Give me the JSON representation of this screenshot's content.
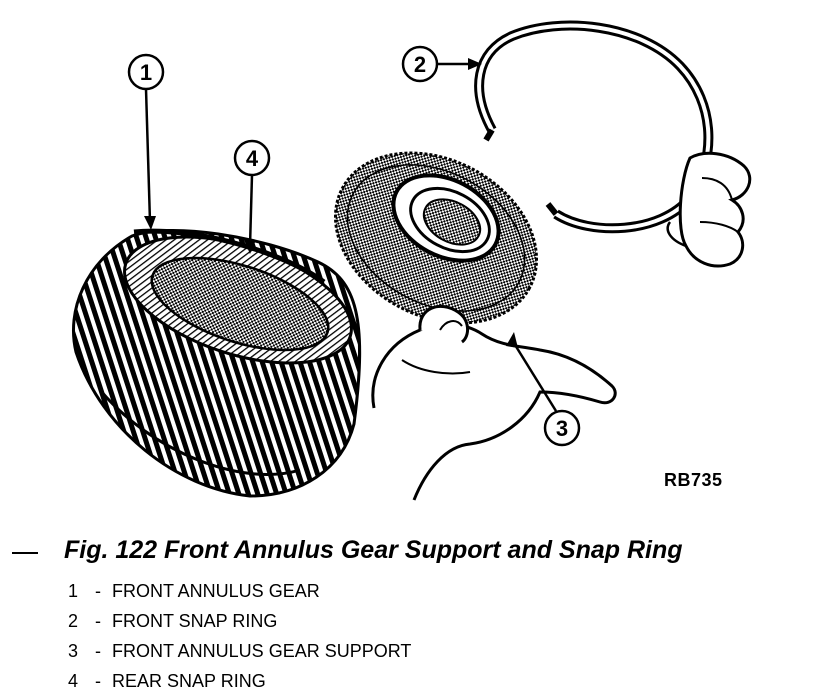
{
  "figure": {
    "reference_code": "RB735",
    "caption": "Fig. 122 Front Annulus Gear Support and Snap Ring",
    "callouts": [
      "1",
      "2",
      "3",
      "4"
    ],
    "legend": [
      {
        "number": "1",
        "separator": "-",
        "label": "FRONT ANNULUS GEAR"
      },
      {
        "number": "2",
        "separator": "-",
        "label": "FRONT SNAP RING"
      },
      {
        "number": "3",
        "separator": "-",
        "label": "FRONT ANNULUS GEAR SUPPORT"
      },
      {
        "number": "4",
        "separator": "-",
        "label": "REAR SNAP RING"
      }
    ]
  }
}
